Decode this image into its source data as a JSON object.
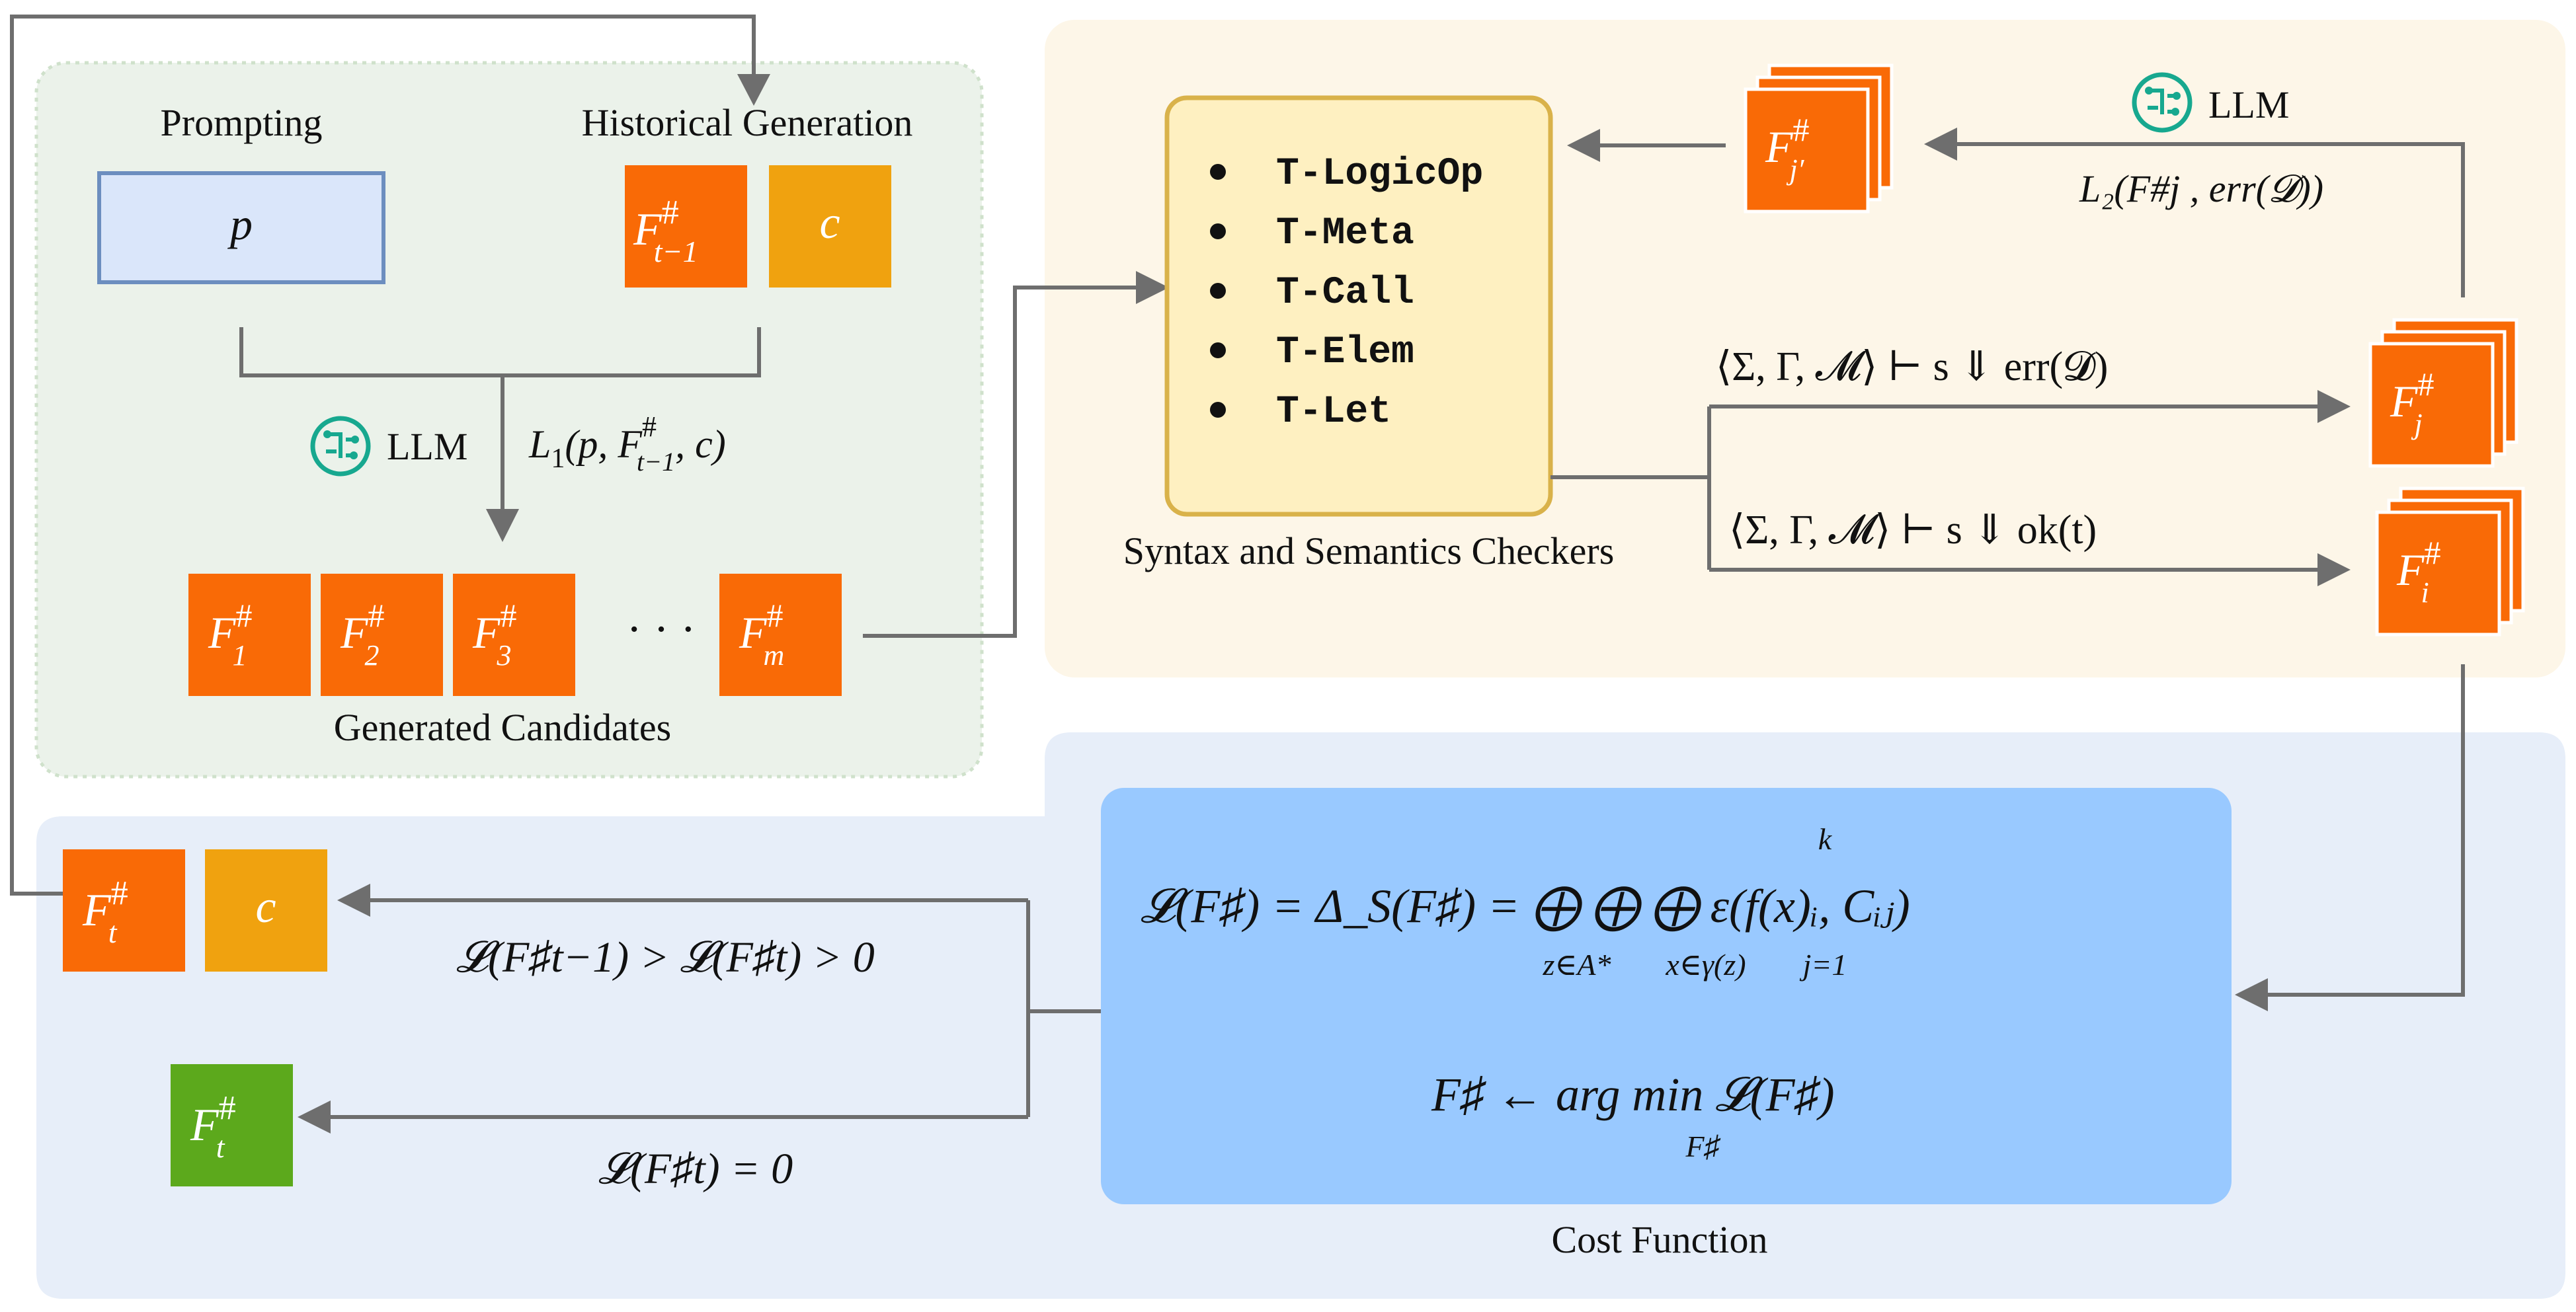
{
  "generation": {
    "prompting_label": "Prompting",
    "historical_label": "Historical Generation",
    "prompt_box": "p",
    "hist_f_base": "F",
    "hist_f_sup": "#",
    "hist_f_sub": "t−1",
    "hist_c": "c",
    "llm_label": "LLM",
    "l1_formula_main": "L",
    "l1_formula_sub": "1",
    "l1_formula_args_a": "(p, F",
    "l1_formula_args_sup": "#",
    "l1_formula_args_sub": "t−1",
    "l1_formula_args_b": ", c)",
    "candidates": [
      {
        "base": "F",
        "sup": "#",
        "sub": "1"
      },
      {
        "base": "F",
        "sup": "#",
        "sub": "2"
      },
      {
        "base": "F",
        "sup": "#",
        "sub": "3"
      },
      {
        "base": "F",
        "sup": "#",
        "sub": "m"
      }
    ],
    "ellipsis": "· · ·",
    "candidates_caption": "Generated Candidates"
  },
  "checkers": {
    "rules": [
      "T-LogicOp",
      "T-Meta",
      "T-Call",
      "T-Elem",
      "T-Let"
    ],
    "caption": "Syntax and Semantics Checkers",
    "err_judgment": "⟨Σ, Γ, 𝓜⟩  ⊢  s  ⇓  err(𝓓)",
    "ok_judgment": "⟨Σ, Γ, 𝓜⟩  ⊢  s  ⇓  ok(t)",
    "llm_label": "LLM",
    "l2_formula": "L₂(F#j , err(𝓓))",
    "fj_prime": {
      "base": "F",
      "sup": "#",
      "sub": "j′"
    },
    "fj": {
      "base": "F",
      "sup": "#",
      "sub": "j"
    },
    "fi": {
      "base": "F",
      "sup": "#",
      "sub": "i"
    }
  },
  "cost": {
    "formula_line1": "𝓛(F♯) = Δ_S(F♯) = ⨁ ⨁ ⨁ ε(f(x)ᵢ, Cᵢⱼ)",
    "sum_sub_1": "z∈A*",
    "sum_sub_2": "x∈γ(z)",
    "sum_sub_3": "j=1",
    "sum_sup_3": "k",
    "formula_line2": "F♯ ← arg min 𝓛(F♯)",
    "argmin_sub": "F♯",
    "caption": "Cost Function",
    "cond_gt": "𝓛(F♯t−1) > 𝓛(F♯t) > 0",
    "cond_eq": "𝓛(F♯t) = 0",
    "ft_orange": {
      "base": "F",
      "sup": "#",
      "sub": "t"
    },
    "ft_c": "c",
    "ft_green": {
      "base": "F",
      "sup": "#",
      "sub": "t"
    }
  },
  "colors": {
    "orange": "#f96a06",
    "amber": "#f0a20f",
    "green": "#5ca91c",
    "prompt_fill": "#dae6fa",
    "prompt_stroke": "#6c8ebf",
    "checker_fill": "#fef0c1",
    "checker_stroke": "#d9b24a",
    "cost_fill": "#99c9ff",
    "gen_panel": "#ebf2ea",
    "check_panel": "#fdf6e8",
    "cost_panel": "#e7eef9",
    "arrow": "#6e6e6e",
    "llm_icon": "#17a88f"
  }
}
